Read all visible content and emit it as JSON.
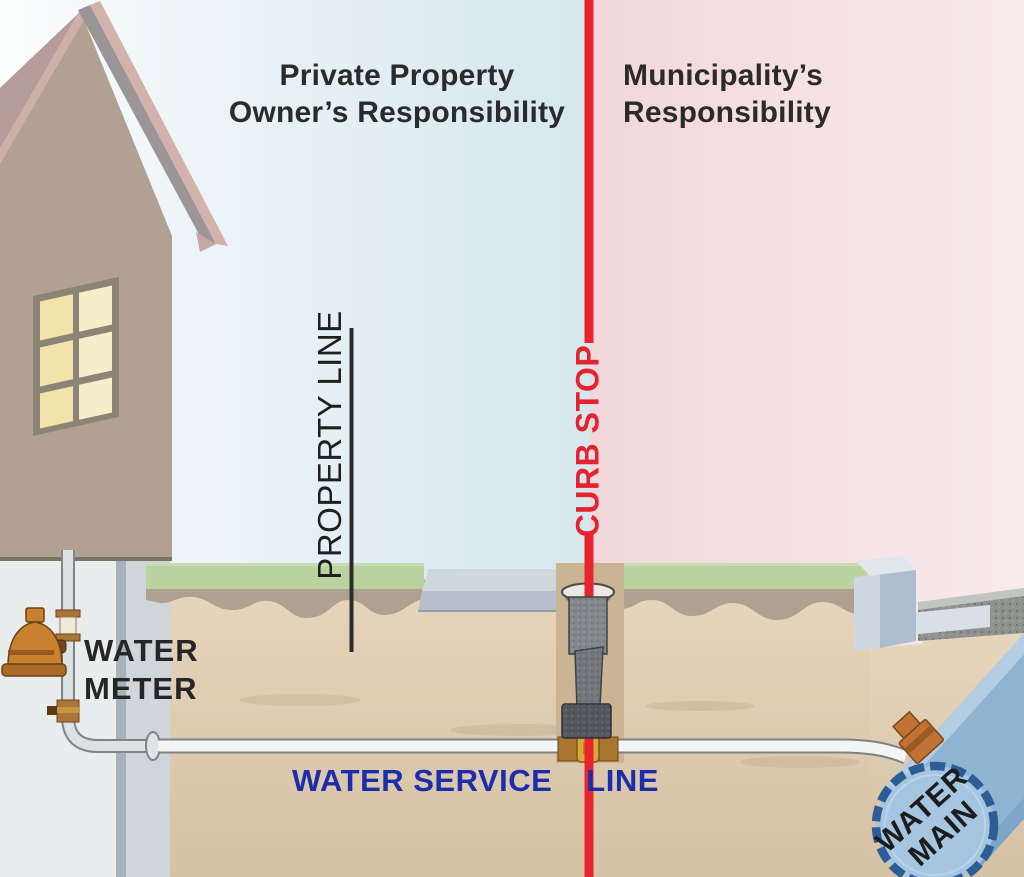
{
  "scene": {
    "titles": {
      "left_line1": "Private Property",
      "left_line2": "Owner’s Responsibility",
      "right_line1": "Municipality’s",
      "right_line2": "Responsibility"
    },
    "labels": {
      "property_line": "PROPERTY LINE",
      "curb_stop": "CURB STOP",
      "water_meter": "WATER METER",
      "water_service_part1": "WATER SERVICE",
      "water_service_part2": "LINE",
      "water_main": "WATER MAIN"
    },
    "colors": {
      "divider_red": "#e8242e",
      "curb_stop_text": "#e32430",
      "service_line_text": "#1b2dad",
      "property_line_text": "#1f1f1f",
      "title_text": "#2b2b2b",
      "grass": "#bad1a0",
      "soil": "#e2d1b6",
      "water_main_pipe": "#8fb4d2",
      "sky_left": "#d5e7ee",
      "sky_right": "#f2d7da"
    }
  }
}
